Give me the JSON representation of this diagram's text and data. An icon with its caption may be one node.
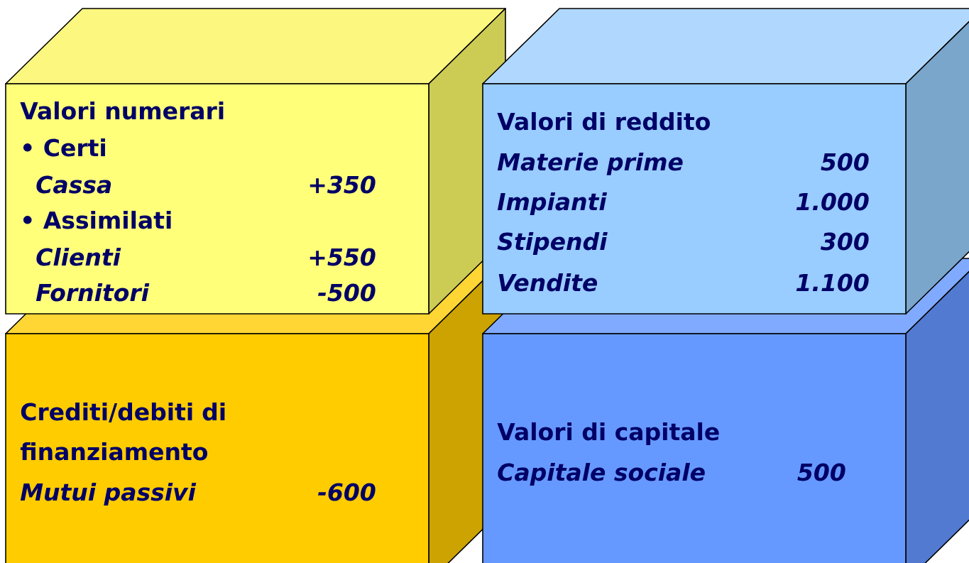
{
  "diagram": {
    "nodes": [
      {
        "text": [
          "Valori numerari",
          "• Certi",
          "Cassa",
          "+350",
          "• Assimilati",
          "Clienti",
          "+550",
          "Fornitori",
          "-500"
        ]
      },
      {
        "text": [
          "Valori di reddito",
          "Materie prime",
          "500",
          "Impianti",
          "1.000",
          "Stipendi",
          "300",
          "Vendite",
          "1.100"
        ]
      },
      {
        "text": [
          "Crediti/debiti di finanziamento",
          "Mutui passivi",
          "-600"
        ]
      },
      {
        "text": [
          "Valori di capitale",
          "Capitale sociale",
          "500"
        ]
      }
    ]
  }
}
